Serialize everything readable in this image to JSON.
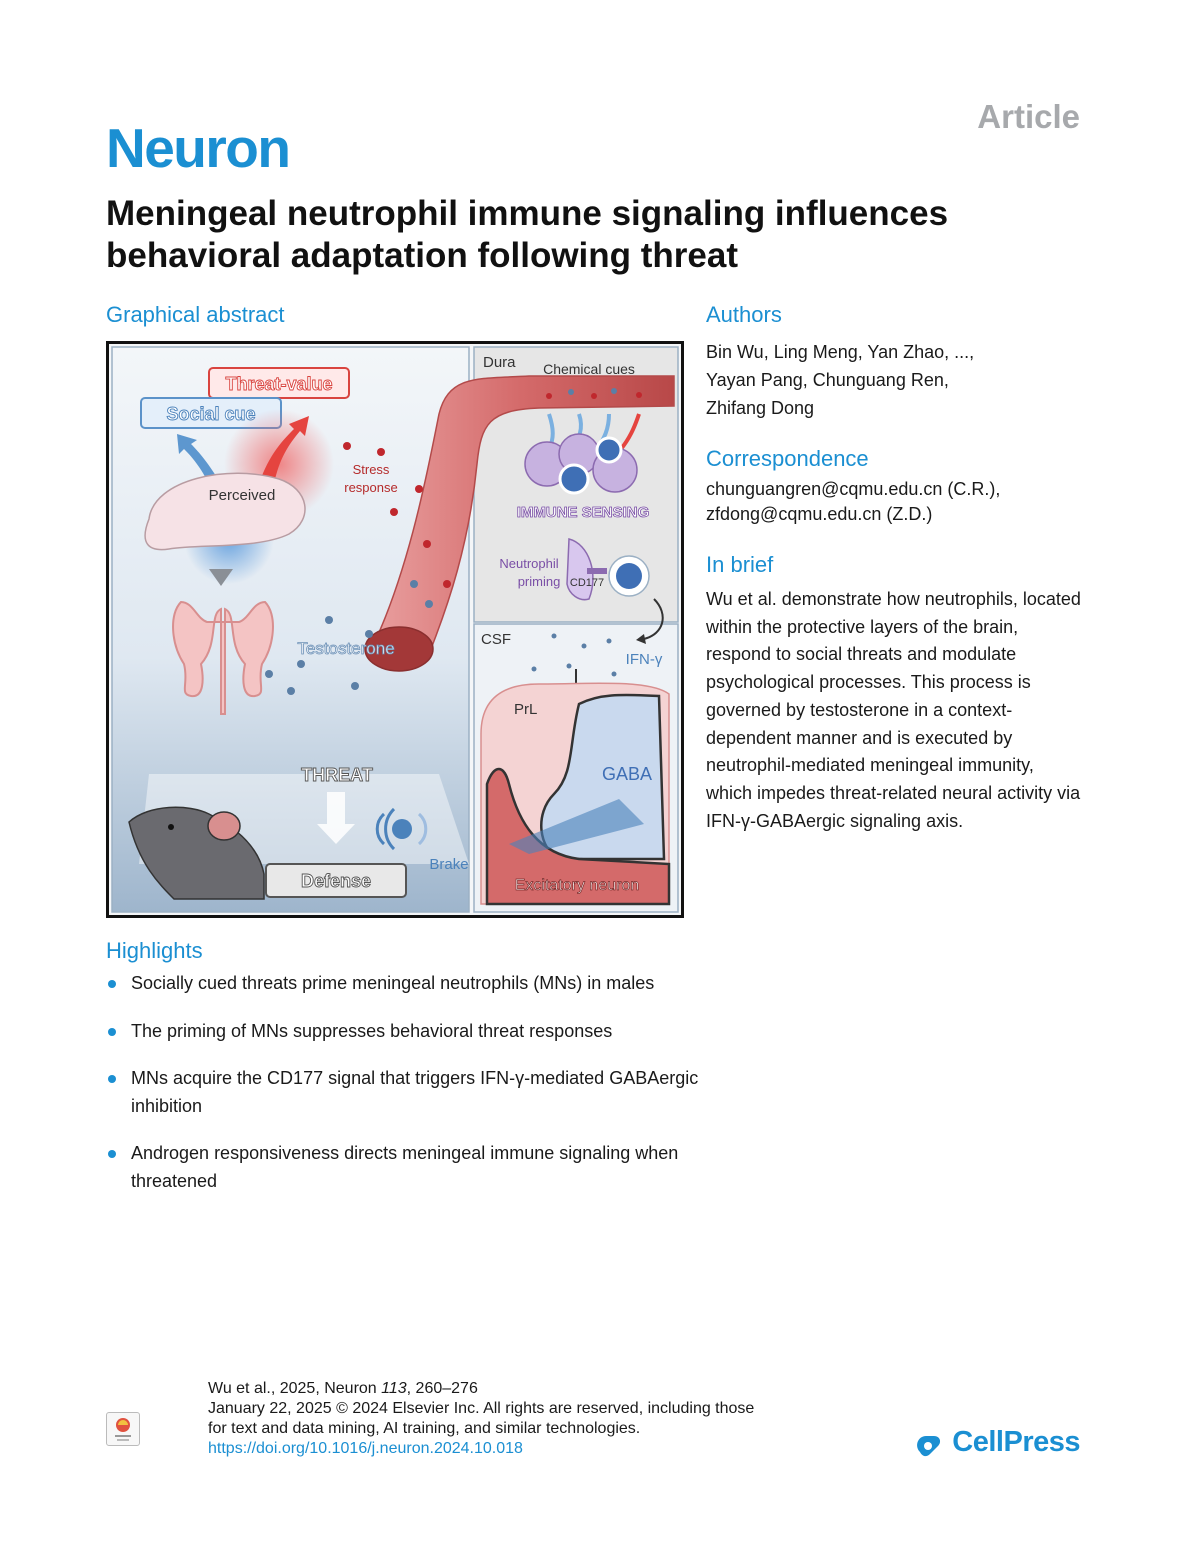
{
  "header": {
    "article_label": "Article",
    "journal": "Neuron",
    "title": "Meningeal neutrophil immune signaling influences behavioral adaptation following threat"
  },
  "graphical_abstract": {
    "heading": "Graphical abstract",
    "labels": {
      "threat_value": "Threat-value",
      "social_cue": "Social cue",
      "perceived": "Perceived",
      "stress_response_1": "Stress",
      "stress_response_2": "response",
      "testosterone": "Testosterone",
      "threat": "THREAT",
      "defense": "Defense",
      "brake": "Brake",
      "dura": "Dura",
      "chemical_cues": "Chemical cues",
      "immune_sensing": "IMMUNE SENSING",
      "neutrophil_1": "Neutrophil",
      "priming": "priming",
      "cd177": "CD177",
      "csf": "CSF",
      "ifn_gamma": "IFN-γ",
      "prl": "PrL",
      "gaba": "GABA",
      "excitatory_neuron": "Excitatory neuron"
    }
  },
  "authors": {
    "heading": "Authors",
    "line1": "Bin Wu, Ling Meng, Yan Zhao, ...,",
    "line2": "Yayan Pang, Chunguang Ren,",
    "line3": "Zhifang Dong"
  },
  "correspondence": {
    "heading": "Correspondence",
    "line1": "chunguangren@cqmu.edu.cn (C.R.),",
    "line2": "zfdong@cqmu.edu.cn (Z.D.)"
  },
  "in_brief": {
    "heading": "In brief",
    "text": "Wu et al. demonstrate how neutrophils, located within the protective layers of the brain, respond to social threats and modulate psychological processes. This process is governed by testosterone in a context-dependent manner and is executed by neutrophil-mediated meningeal immunity, which impedes threat-related neural activity via IFN-γ-GABAergic signaling axis."
  },
  "highlights": {
    "heading": "Highlights",
    "items": [
      "Socially cued threats prime meningeal neutrophils (MNs) in males",
      "The priming of MNs suppresses behavioral threat responses",
      "MNs acquire the CD177 signal that triggers IFN-γ-mediated GABAergic inhibition",
      "Androgen responsiveness directs meningeal immune signaling when threatened"
    ]
  },
  "footer": {
    "citation_prefix": "Wu et al., 2025, Neuron ",
    "volume": "113",
    "pages": ", 260–276",
    "line2": "January 22, 2025 © 2024 Elsevier Inc. All rights are reserved, including those",
    "line3": "for text and data mining, AI training, and similar technologies.",
    "doi": "https://doi.org/10.1016/j.neuron.2024.10.018",
    "publisher": "CellPress"
  },
  "colors": {
    "accent": "#1b8fd2",
    "article_gray": "#a7a9ac"
  }
}
